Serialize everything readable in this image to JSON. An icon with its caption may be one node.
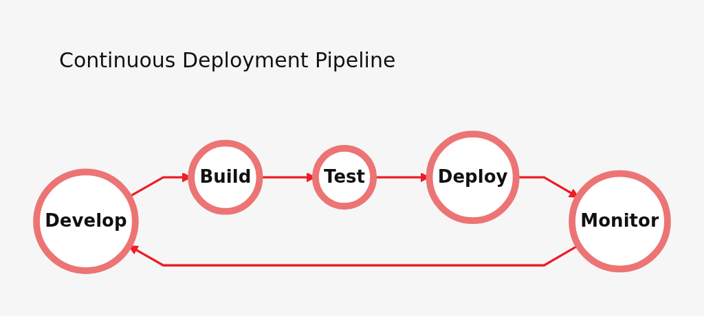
{
  "diagram": {
    "title": "Continuous Deployment Pipeline",
    "nodes": [
      {
        "text": [
          "Develop"
        ]
      },
      {
        "text": [
          "Build"
        ]
      },
      {
        "text": [
          "Test"
        ]
      },
      {
        "text": [
          "Deploy"
        ]
      },
      {
        "text": [
          "Monitor"
        ]
      }
    ],
    "edges": [
      {
        "from": 0,
        "to": 1,
        "arrow": "to"
      },
      {
        "from": 1,
        "to": 2,
        "arrow": "to"
      },
      {
        "from": 2,
        "to": 3,
        "arrow": "to"
      },
      {
        "from": 3,
        "to": 4,
        "arrow": "to"
      },
      {
        "from": 4,
        "to": 0,
        "arrow": "to"
      }
    ]
  }
}
